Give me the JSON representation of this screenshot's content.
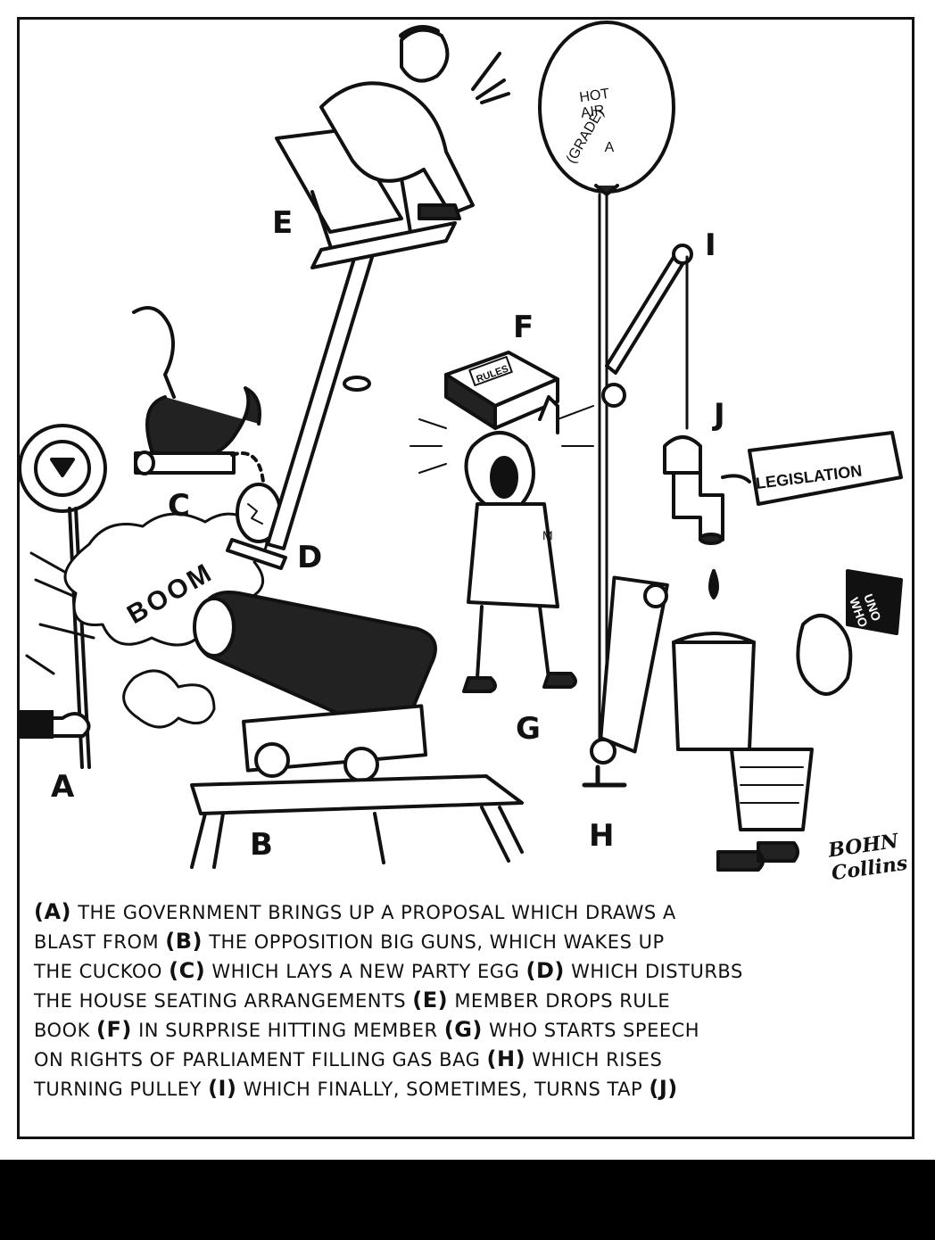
{
  "balloon_text": [
    "HOT",
    "AIR",
    "(GRADE)",
    "A"
  ],
  "book_label": "RULES",
  "sign_label": "LEGISLATION",
  "boom_text": "BOOM",
  "hat_text": [
    "UNO",
    "WHO"
  ],
  "lapel_text": "M",
  "letters": {
    "A": "A",
    "B": "B",
    "C": "C",
    "D": "D",
    "E": "E",
    "F": "F",
    "G": "G",
    "H": "H",
    "I": "I",
    "J": "J"
  },
  "signature": "BOHN Collins",
  "caption": {
    "line1": [
      "(A)",
      " THE GOVERNMENT BRINGS UP A PROPOSAL WHICH DRAWS A"
    ],
    "line2": [
      "BLAST FROM ",
      "(B)",
      " THE OPPOSITION BIG GUNS, WHICH WAKES UP"
    ],
    "line3": [
      "THE CUCKOO ",
      "(C)",
      " WHICH LAYS A NEW PARTY EGG ",
      "(D)",
      " WHICH DISTURBS"
    ],
    "line4": [
      "THE HOUSE SEATING ARRANGEMENTS ",
      "(E)",
      " MEMBER DROPS RULE"
    ],
    "line5": [
      "BOOK ",
      "(F)",
      " IN SURPRISE HITTING MEMBER ",
      "(G)",
      " WHO STARTS SPEECH"
    ],
    "line6": [
      "ON RIGHTS OF PARLIAMENT FILLING GAS BAG ",
      "(H)",
      " WHICH RISES"
    ],
    "line7": [
      "TURNING PULLEY ",
      "(I)",
      " WHICH FINALLY, SOMETIMES, TURNS TAP ",
      "(J)"
    ]
  }
}
